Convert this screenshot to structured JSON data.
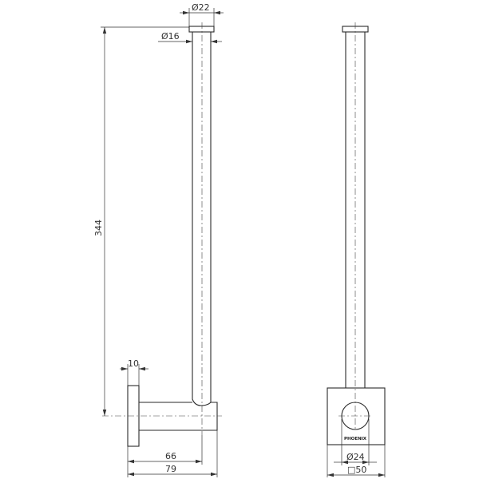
{
  "dimensions": {
    "cap_diameter": "Ø22",
    "tube_diameter": "Ø16",
    "height": "344",
    "plate_thickness": "10",
    "arm_to_center": "66",
    "overall_depth": "79",
    "rosette_diameter": "Ø24",
    "plate_square": "□50"
  },
  "logo_text": "PHOENIX"
}
